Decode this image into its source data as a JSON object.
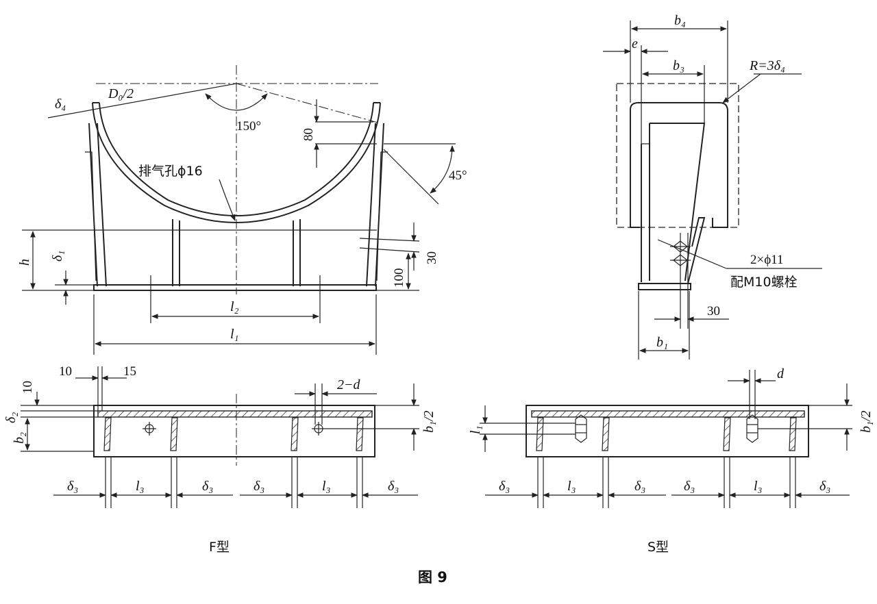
{
  "figure": {
    "caption": "图 9",
    "left_view_label": "F型",
    "right_view_label": "S型"
  },
  "front_view": {
    "radius_label": "D₀/2",
    "delta4": "δ₄",
    "angle150": "150°",
    "angle45": "45°",
    "dim80": "80",
    "vent": "排气孔ϕ16",
    "h": "h",
    "delta1": "δ₁",
    "dim30": "30",
    "dim100": "100",
    "l2": "l₂",
    "l1": "l₁"
  },
  "side_view": {
    "b4": "b₄",
    "e": "e",
    "b3": "b₃",
    "radius": "R=3δ₄",
    "holes": "2×ϕ11",
    "bolts": "配M10螺栓",
    "dim30": "30",
    "b1": "b₁"
  },
  "plan_f": {
    "dim10a": "10",
    "dim10b": "10",
    "dim15": "15",
    "holes": "2−d",
    "delta2": "δ₂",
    "b2": "b₂",
    "b1half": "b₁/2",
    "spacing": [
      "δ₃",
      "l₃",
      "δ₃",
      "δ₃",
      "l₃",
      "δ₃"
    ]
  },
  "plan_s": {
    "d": "d",
    "l1": "l₁",
    "b1half": "b₁/2",
    "spacing": [
      "δ₃",
      "l₃",
      "δ₃",
      "δ₃",
      "l₃",
      "δ₃"
    ]
  }
}
